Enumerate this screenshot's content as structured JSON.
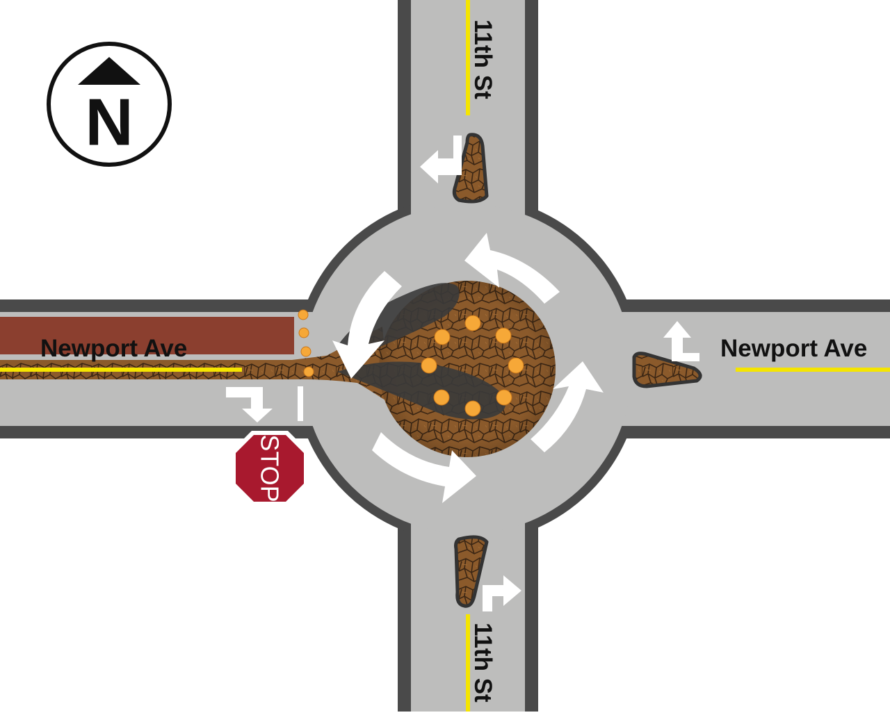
{
  "compass": {
    "letter": "N"
  },
  "streets": {
    "west_label": "Newport Ave",
    "east_label": "Newport Ave",
    "north_label": "11th St",
    "south_label": "11th St"
  },
  "sign": {
    "text": "STOP"
  },
  "colors": {
    "asphalt": "#bdbdbc",
    "curb": "#4a4a4a",
    "center_line": "#f5e500",
    "cobble": "#8b5a2b",
    "cobble_lines": "#3b2614",
    "rail": "#8b3f2f",
    "bollard": "#f6a838",
    "stop_red": "#a8192e",
    "arrow": "#ffffff",
    "shadow": "#3a3a3a"
  }
}
